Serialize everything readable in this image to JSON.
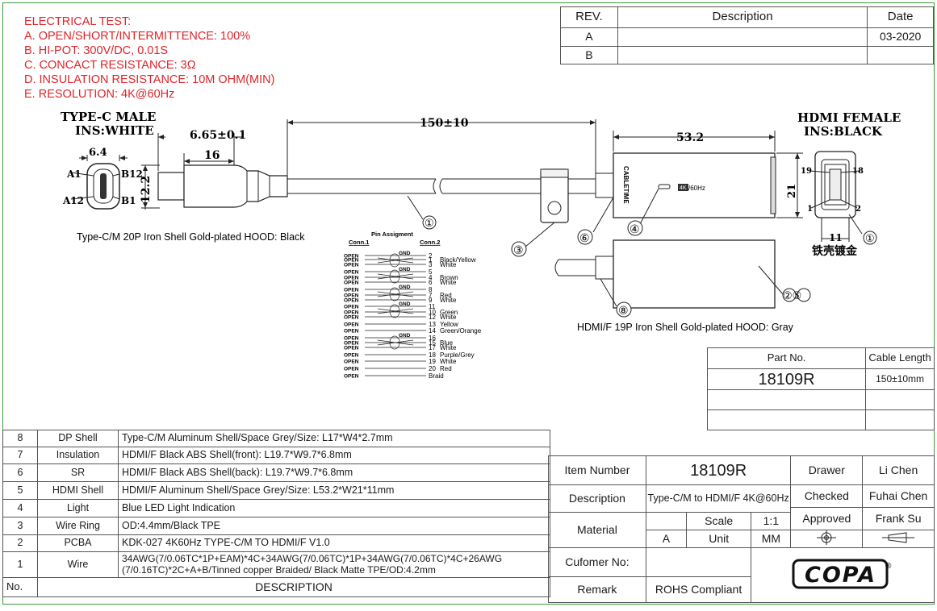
{
  "electrical_test": {
    "title": "ELECTRICAL TEST:",
    "a": "A. OPEN/SHORT/INTERMITTENCE: 100%",
    "b": "B. HI-POT: 300V/DC, 0.01S",
    "c": "C. CONCACT RESISTANCE: 3Ω",
    "d": "D. INSULATION RESISTANCE: 10M OHM(MIN)",
    "e": "E. RESOLUTION: 4K@60Hz"
  },
  "revision": {
    "headers": [
      "REV.",
      "Description",
      "Date"
    ],
    "rows": [
      {
        "rev": "A",
        "description": "",
        "date": "03-2020"
      },
      {
        "rev": "B",
        "description": "",
        "date": ""
      }
    ]
  },
  "drawing": {
    "typec_title": "TYPE-C MALE",
    "typec_ins": "INS:WHITE",
    "hdmi_title": "HDMI  FEMALE",
    "hdmi_ins": "INS:BLACK",
    "dim_665": "6.65±0.1",
    "dim_16": "16",
    "dim_64": "6.4",
    "dim_122": "12.2",
    "dim_150": "150±10",
    "dim_532": "53.2",
    "dim_21": "21",
    "dim_11": "11",
    "pin_a1": "A1",
    "pin_a12": "A12",
    "pin_b12": "B12",
    "pin_b1": "B1",
    "pin_19": "19",
    "pin_18": "18",
    "pin_1": "1",
    "pin_2": "2",
    "callout_1": "①",
    "callout_3": "③",
    "callout_4": "④",
    "callout_6": "⑥",
    "callout_8": "⑧",
    "callout_25": "②⑤",
    "callout_1b": "①",
    "iron_shell_cn": "铁壳镀金",
    "brand_vertical": "CABLETIME",
    "res_badge": "4K",
    "res_rate": "/60Hz",
    "typec_hood": "Type-C/M 20P Iron Shell Gold-plated HOOD: Black",
    "hdmi_hood": "HDMI/F 19P Iron Shell Gold-plated HOOD: Gray"
  },
  "pin_assignment": {
    "title": "Pin Assigment",
    "conn1": "Conn.1",
    "conn2": "Conn.2",
    "open": "OPEN",
    "gnd": "GND",
    "rows": [
      {
        "pin": "2",
        "color": ""
      },
      {
        "pin": "1",
        "color": "Black/Yellow"
      },
      {
        "pin": "3",
        "color": "White"
      },
      {
        "pin": "5",
        "color": ""
      },
      {
        "pin": "4",
        "color": "Brown"
      },
      {
        "pin": "6",
        "color": "White"
      },
      {
        "pin": "8",
        "color": ""
      },
      {
        "pin": "7",
        "color": "Red"
      },
      {
        "pin": "9",
        "color": "White"
      },
      {
        "pin": "11",
        "color": ""
      },
      {
        "pin": "10",
        "color": "Green"
      },
      {
        "pin": "12",
        "color": "White"
      },
      {
        "pin": "13",
        "color": "Yellow"
      },
      {
        "pin": "14",
        "color": "Green/Orange"
      },
      {
        "pin": "16",
        "color": ""
      },
      {
        "pin": "15",
        "color": "Blue"
      },
      {
        "pin": "17",
        "color": "White"
      },
      {
        "pin": "18",
        "color": "Purple/Grey"
      },
      {
        "pin": "19",
        "color": "White"
      },
      {
        "pin": "20",
        "color": "Red"
      },
      {
        "pin": "",
        "color": "Braid"
      }
    ]
  },
  "part_info": {
    "part_no_label": "Part No.",
    "cable_length_label": "Cable Length",
    "part_no": "18109R",
    "cable_length": "150±10mm"
  },
  "bom": {
    "footer_no": "No.",
    "footer_desc": "DESCRIPTION",
    "rows": [
      {
        "no": "8",
        "name": "DP Shell",
        "desc": "Type-C/M Aluminum Shell/Space Grey/Size: L17*W4*2.7mm"
      },
      {
        "no": "7",
        "name": "Insulation",
        "desc": "HDMI/F Black ABS Shell(front): L19.7*W9.7*6.8mm"
      },
      {
        "no": "6",
        "name": "SR",
        "desc": "HDMI/F Black ABS Shell(back): L19.7*W9.7*6.8mm"
      },
      {
        "no": "5",
        "name": "HDMI Shell",
        "desc": "HDMI/F Aluminum Shell/Space Grey/Size: L53.2*W21*11mm"
      },
      {
        "no": "4",
        "name": "Light",
        "desc": "Blue LED Light Indication"
      },
      {
        "no": "3",
        "name": "Wire Ring",
        "desc": "OD:4.4mm/Black TPE"
      },
      {
        "no": "2",
        "name": "PCBA",
        "desc": "KDK-027 4K60Hz TYPE-C/M TO HDMI/F V1.0"
      },
      {
        "no": "1",
        "name": "Wire",
        "desc": "34AWG(7/0.06TC*1P+EAM)*4C+34AWG(7/0.06TC)*1P+34AWG(7/0.06TC)*4C+26AWG (7/0.16TC)*2C+A+B/Tinned copper Braided/ Black Matte TPE/OD:4.2mm"
      }
    ]
  },
  "title_block": {
    "item_number_label": "Item Number",
    "item_number": "18109R",
    "description_label": "Description",
    "description": "Type-C/M to HDMI/F 4K@60Hz",
    "material_label": "Material",
    "scale_label": "Scale",
    "scale": "1:1",
    "a_label": "A",
    "unit_label": "Unit",
    "unit": "MM",
    "customer_label": "Cufomer No:",
    "customer": "",
    "remark_label": "Remark",
    "remark": "ROHS Compliant",
    "drawer_label": "Drawer",
    "drawer": "Li Chen",
    "checked_label": "Checked",
    "checked": "Fuhai Chen",
    "approved_label": "Approved",
    "approved": "Frank Su",
    "logo_text": "COPA",
    "logo_mark": "®"
  }
}
